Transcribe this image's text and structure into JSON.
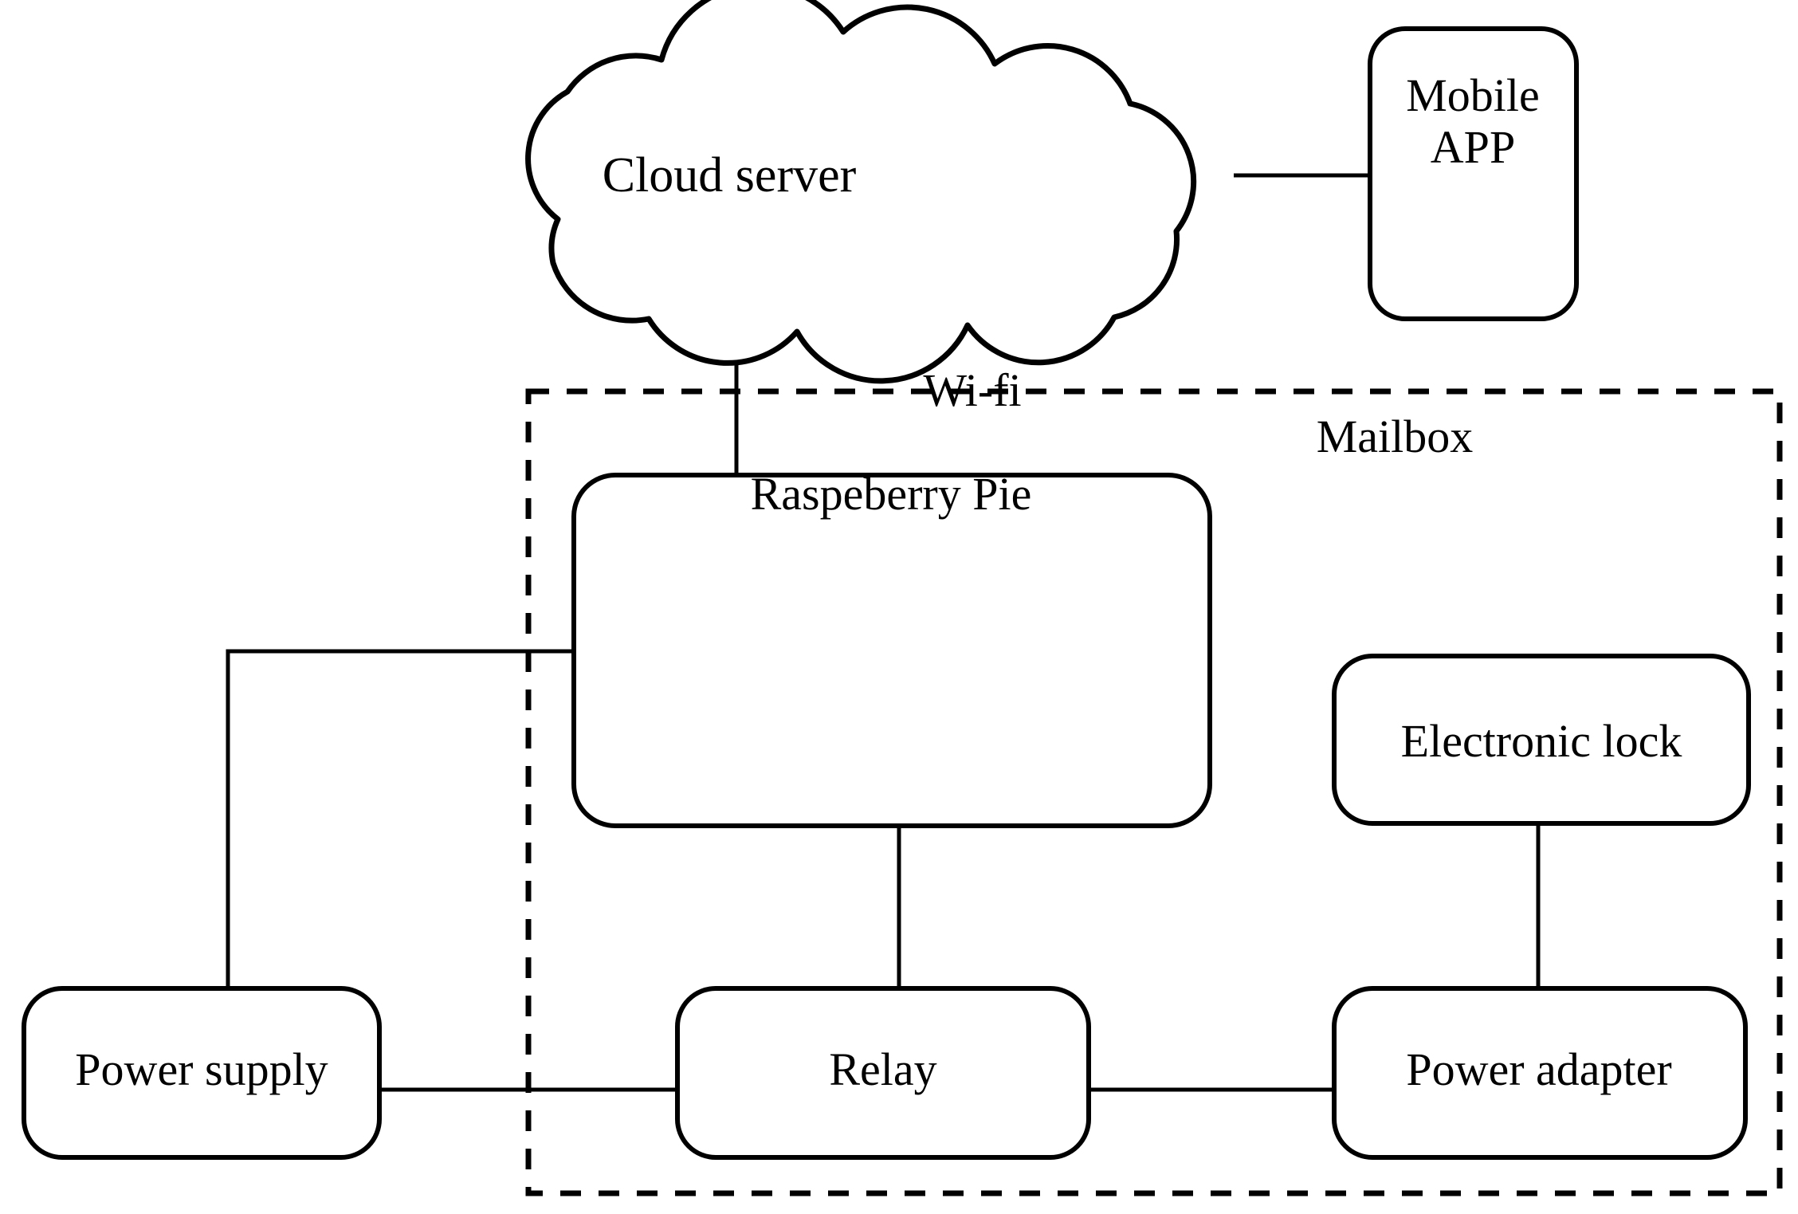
{
  "diagram": {
    "title": "Smart mailbox system architecture block diagram",
    "stroke_color": "#000000",
    "background_color": "#ffffff",
    "nodes": {
      "cloud_server": {
        "label": "Cloud server",
        "shape": "cloud"
      },
      "mobile_app": {
        "label": "Mobile\nAPP",
        "label_line1": "Mobile",
        "label_line2": "APP",
        "shape": "rounded-rect"
      },
      "mailbox_boundary": {
        "label": "Mailbox",
        "shape": "dashed-rect"
      },
      "raspberry_pie": {
        "label": "Raspeberry Pie",
        "secondary_label": "Wi-fi",
        "shape": "rounded-rect"
      },
      "electronic_lock": {
        "label": "Electronic lock",
        "shape": "rounded-rect"
      },
      "power_supply": {
        "label": "Power supply",
        "shape": "rounded-rect"
      },
      "relay": {
        "label": "Relay",
        "shape": "rounded-rect"
      },
      "power_adapter": {
        "label": "Power adapter",
        "shape": "rounded-rect"
      }
    },
    "connections": [
      {
        "from": "cloud_server",
        "to": "mobile_app",
        "style": "solid"
      },
      {
        "from": "cloud_server",
        "to": "raspberry_pie",
        "style": "solid"
      },
      {
        "from": "raspberry_pie",
        "to": "power_supply",
        "style": "solid"
      },
      {
        "from": "raspberry_pie",
        "to": "relay",
        "style": "solid"
      },
      {
        "from": "power_supply",
        "to": "relay",
        "style": "solid"
      },
      {
        "from": "relay",
        "to": "power_adapter",
        "style": "solid"
      },
      {
        "from": "power_adapter",
        "to": "electronic_lock",
        "style": "solid"
      }
    ]
  }
}
